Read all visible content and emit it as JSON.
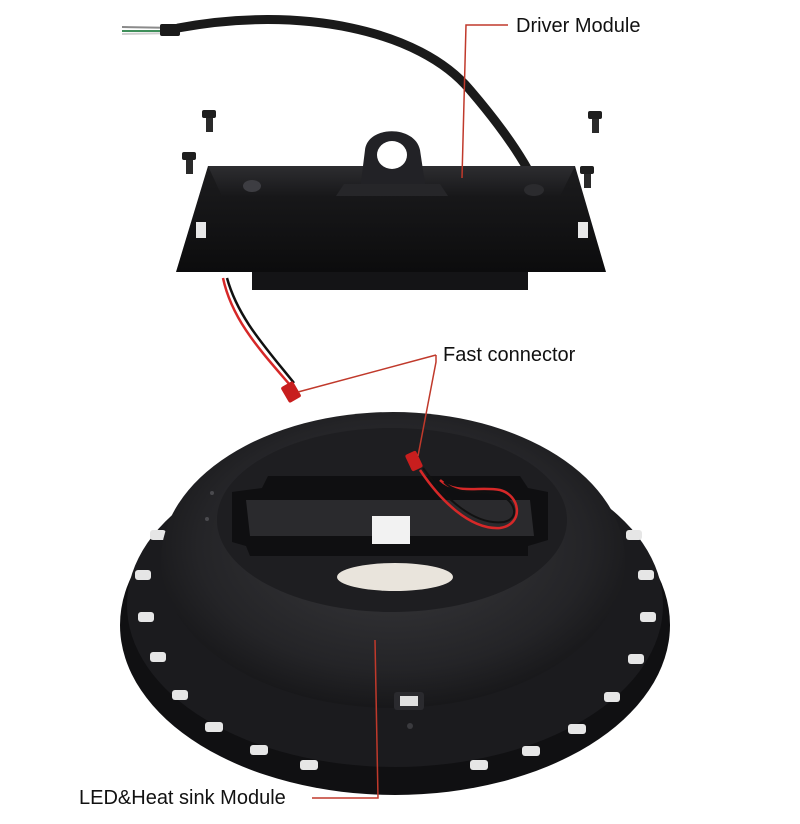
{
  "labels": {
    "driver_module": "Driver Module",
    "fast_connector": "Fast connector",
    "led_heat_sink": "LED&Heat sink Module"
  },
  "colors": {
    "leader_line": "#c0392b",
    "housing": "#1c1c1e",
    "cable": "#1a1a1a",
    "wire_red": "#d62828",
    "wire_black": "#111111",
    "connector_red": "#c81e1e",
    "background": "#ffffff"
  }
}
